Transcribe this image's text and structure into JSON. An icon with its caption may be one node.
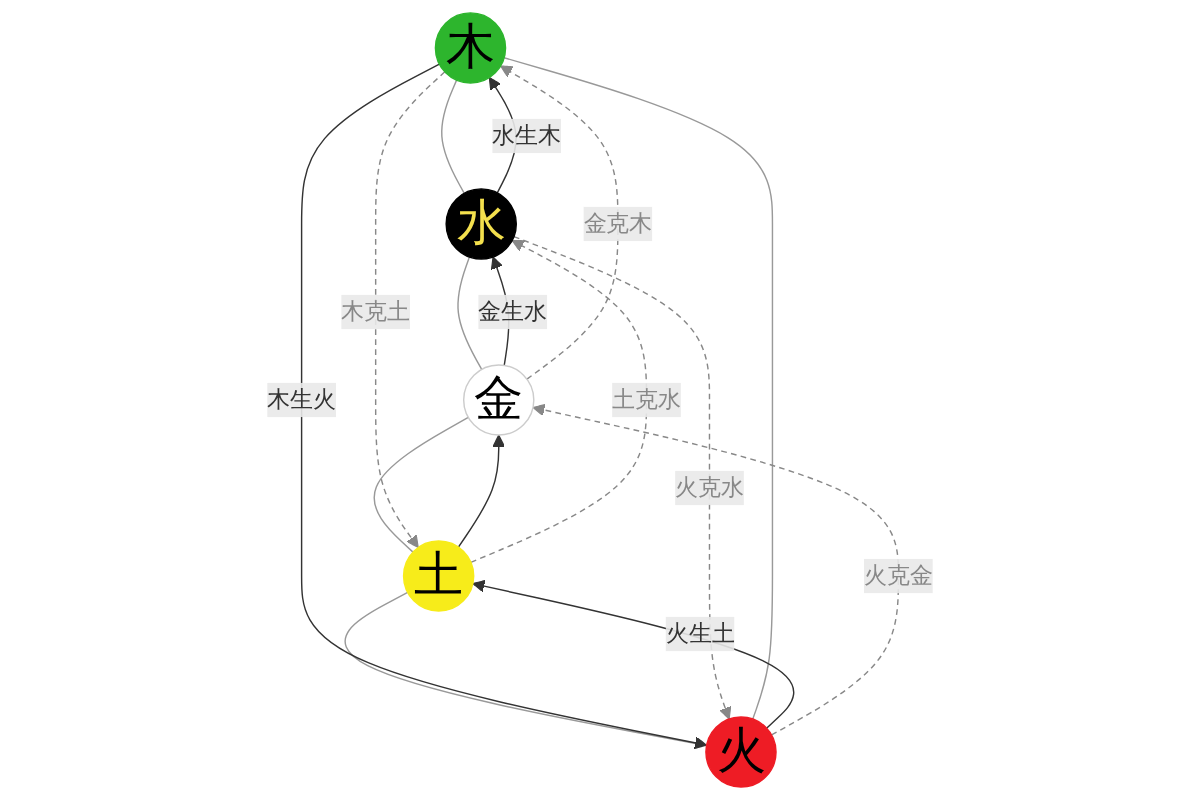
{
  "diagram": {
    "nodes": [
      {
        "text": [
          "木"
        ]
      },
      {
        "text": [
          "水"
        ]
      },
      {
        "text": [
          "火"
        ]
      },
      {
        "text": [
          "土"
        ]
      },
      {
        "text": [
          "金"
        ]
      }
    ],
    "edges": [
      {
        "from": 0,
        "to": 1,
        "arrow": "none",
        "color": "#999999"
      },
      {
        "from": 1,
        "to": 4,
        "arrow": "none",
        "color": "#999999"
      },
      {
        "from": 4,
        "to": 3,
        "arrow": "none",
        "color": "#999999"
      },
      {
        "from": 3,
        "to": 2,
        "arrow": "none",
        "color": "#999999"
      },
      {
        "from": 2,
        "to": 0,
        "arrow": "none",
        "color": "#999999"
      },
      {
        "from": 0,
        "to": 2,
        "arrow": "to",
        "label": "木生火",
        "color": "#333333"
      },
      {
        "from": 2,
        "to": 3,
        "arrow": "to",
        "label": "火生土",
        "color": "#333333"
      },
      {
        "from": 3,
        "to": 4,
        "arrow": "to",
        "color": "#333333"
      },
      {
        "from": 4,
        "to": 1,
        "arrow": "to",
        "label": "金生水",
        "color": "#333333"
      },
      {
        "from": 1,
        "to": 0,
        "arrow": "to",
        "label": "水生木",
        "color": "#333333"
      },
      {
        "from": 1,
        "to": 2,
        "arrow": "to",
        "label": "火克水",
        "style": "dashed",
        "color": "#888888"
      },
      {
        "from": 4,
        "to": 0,
        "arrow": "to",
        "label": "金克木",
        "style": "dashed",
        "color": "#888888"
      },
      {
        "from": 0,
        "to": 3,
        "arrow": "to",
        "label": "木克土",
        "style": "dashed",
        "color": "#888888"
      },
      {
        "from": 3,
        "to": 1,
        "arrow": "to",
        "label": "土克水",
        "style": "dashed",
        "color": "#888888"
      },
      {
        "from": 2,
        "to": 4,
        "arrow": "to",
        "label": "火克金",
        "style": "dashed",
        "color": "#888888"
      }
    ]
  }
}
